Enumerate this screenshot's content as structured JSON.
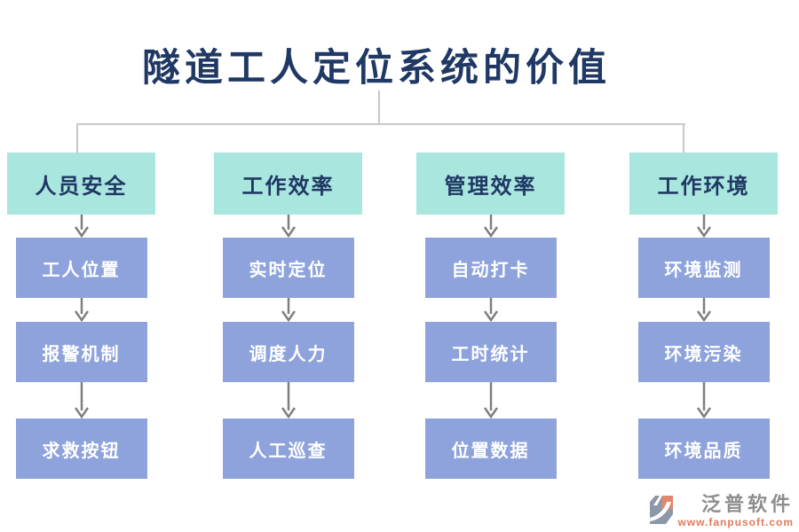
{
  "page": {
    "title": "隧道工人定位系统的价值"
  },
  "columns": [
    {
      "header": "人员安全",
      "items": [
        "工人位置",
        "报警机制",
        "求救按钮"
      ]
    },
    {
      "header": "工作效率",
      "items": [
        "实时定位",
        "调度人力",
        "人工巡查"
      ]
    },
    {
      "header": "管理效率",
      "items": [
        "自动打卡",
        "工时统计",
        "位置数据"
      ]
    },
    {
      "header": "工作环境",
      "items": [
        "环境监测",
        "环境污染",
        "环境品质"
      ]
    }
  ],
  "footer": {
    "brand": "泛普软件",
    "url": "www.fanpusoft.com"
  },
  "colors": {
    "title_text": "#1F3864",
    "header_bg": "#A9E6DE",
    "header_text": "#1F3864",
    "item_bg": "#8EA3DB",
    "item_text": "#FFFFFF",
    "connector_line": "#C8C8C8",
    "arrow": "#7F7F7F",
    "brand_text": "#8E8E8E",
    "brand_url": "#E0795B",
    "logo_gray": "#8C97A8",
    "logo_salmon": "#E2886C"
  }
}
